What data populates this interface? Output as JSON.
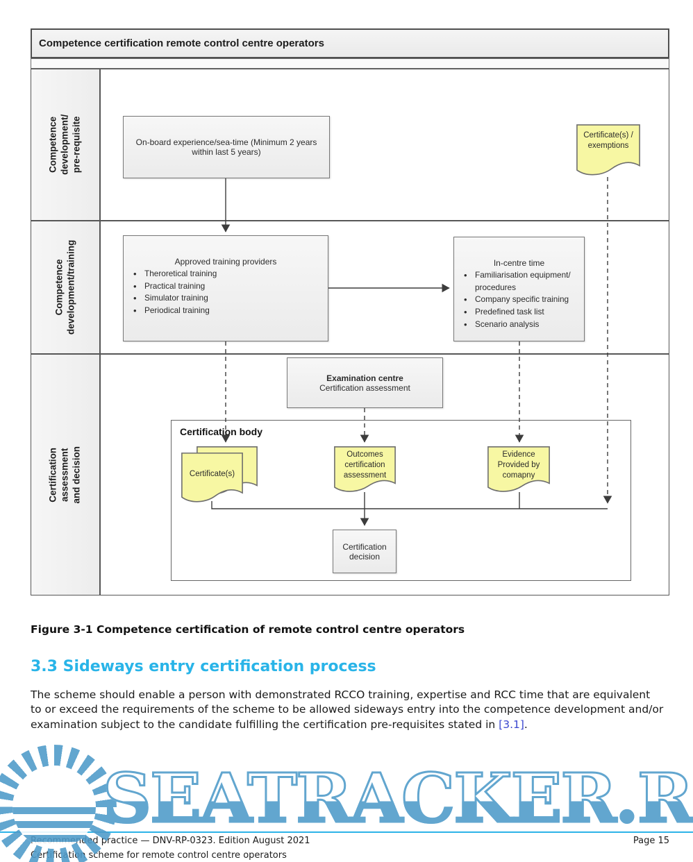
{
  "colors": {
    "accent_cyan": "#29b4e8",
    "link_blue": "#3b47cf",
    "watermark_blue": "#4d9ac9",
    "note_yellow": "#f7f7a3"
  },
  "diagram": {
    "title": "Competence certification remote control centre operators",
    "lanes": {
      "lane1": "Competence development/\npre-requisite",
      "lane2": "Competence\ndevelopment/training",
      "lane3": "Certification assessment and decision"
    },
    "onboard": "On-board experience/sea-time (Minimum 2 years\nwithin last 5 years)",
    "cert_exemptions": "Certificate(s) /\nexemptions",
    "training": {
      "title": "Approved training providers",
      "items": [
        "Theroretical training",
        "Practical training",
        "Simulator training",
        "Periodical training"
      ]
    },
    "incentre": {
      "title": "In-centre time",
      "items": [
        "Familiarisation equipment/ procedures",
        "Company specific training",
        "Predefined task list",
        "Scenario analysis"
      ]
    },
    "exam": {
      "title": "Examination centre",
      "subtitle": "Certification assessment"
    },
    "cert_body_label": "Certification body",
    "certificates_note": "Certificate(s)",
    "outcomes_note": "Outcomes\ncertification\nassessment",
    "evidence_note": "Evidence\nProvided by\ncomapny",
    "decision": "Certification\ndecision"
  },
  "caption": "Figure 3-1 Competence certification of remote control centre operators",
  "section": {
    "heading": "3.3 Sideways entry certification process",
    "body_before_link": "The scheme should enable a person with demonstrated RCCO training, expertise and RCC time that are equivalent to or exceed the requirements of the scheme to be allowed sideways entry into the competence development and/or examination subject to the candidate fulfilling the certification pre-requisites stated in ",
    "link": "[3.1]",
    "body_after_link": "."
  },
  "watermark": {
    "text": "SEATRACKER.RU"
  },
  "footer": {
    "line1": "Recommended practice — DNV-RP-0323. Edition August 2021",
    "page": "Page 15",
    "line2": "Certification scheme for remote control centre operators"
  }
}
